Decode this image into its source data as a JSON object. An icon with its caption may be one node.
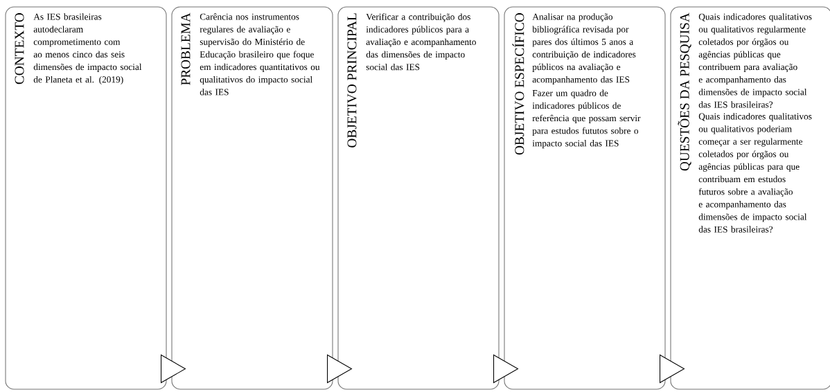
{
  "diagram": {
    "nodes": [
      {
        "text": [
          "CONTEXTO",
          "As IES brasileiras autodeclaram comprometimento com ao menos cinco das seis  dimensões de impacto social de Planeta et al. (2019)"
        ]
      },
      {
        "text": [
          "PROBLEMA",
          "Carência nos instrumentos regulares de avaliação e supervisão do Ministério de Educação brasileiro que foque em indicadores quantitativos ou qualitativos do impacto social das IES"
        ]
      },
      {
        "text": [
          "OBJETIVO PRINCIPAL",
          "Verificar a contribuição dos indicadores públicos para a avaliação e acompanhamento das dimensões de impacto social das IES"
        ]
      },
      {
        "text": [
          "OBJETIVO ESPECÍFICO",
          "Analisar na produção bibliográfica revisada por pares dos últimos 5 anos a contribuição de indicadores públicos na avaliação e acompanhamento das IES",
          "Fazer um quadro de indicadores públicos de referência que possam servir para estudos fututos sobre o impacto social das IES"
        ]
      },
      {
        "text": [
          "QUESTÕES DA PESQUISA",
          "Quais indicadores qualitativos ou qualitativos regularmente coletados por órgãos ou agências públicas que contribuem  para avaliação e acompanhamento das dimensões de impacto social das IES brasileiras?",
          "Quais indicadores qualitativos ou qualitativos poderiam começar a ser regularmente coletados por órgãos ou agências públicas para que  contribuam em estudos futuros sobre a avaliação e acompanhamento das dimensões de impacto social das IES brasileiras?"
        ]
      }
    ],
    "edges": [
      {
        "from": 0,
        "to": 1,
        "arrow": "to"
      },
      {
        "from": 1,
        "to": 2,
        "arrow": "to"
      },
      {
        "from": 2,
        "to": 3,
        "arrow": "to"
      },
      {
        "from": 3,
        "to": 4,
        "arrow": "to"
      }
    ]
  }
}
